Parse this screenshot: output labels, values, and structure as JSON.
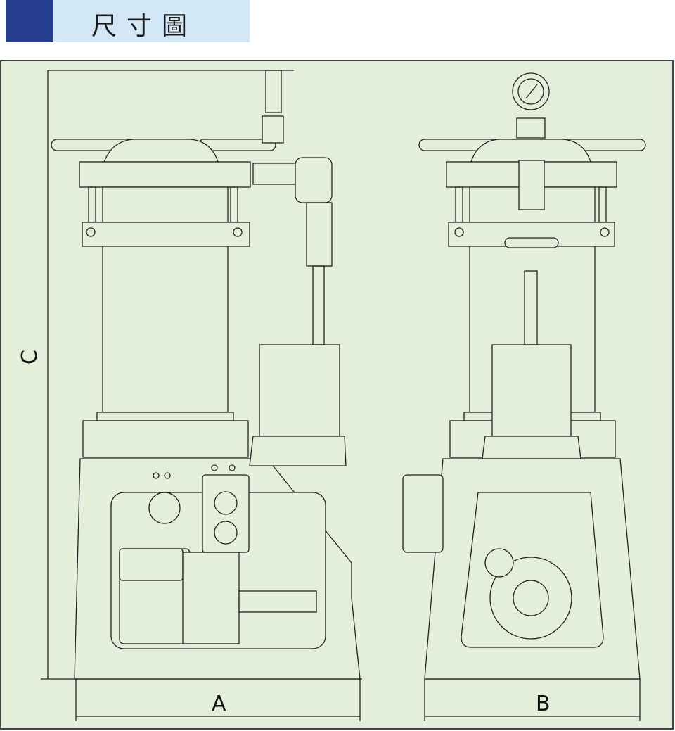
{
  "header": {
    "title": "尺寸圖",
    "accent_color": "#253d8f",
    "bar_color": "#d2e8f7"
  },
  "drawing": {
    "background": "#e3eedb",
    "dimensions": {
      "width_label": "A",
      "depth_label": "B",
      "height_label": "C"
    },
    "views": [
      "side-view",
      "front-view"
    ]
  }
}
